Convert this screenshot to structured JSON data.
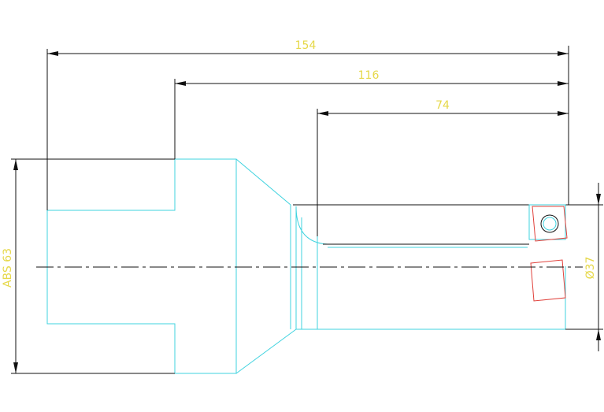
{
  "colors": {
    "background": "#ffffff",
    "geometry": "#3fd3df",
    "dimension_line": "#111111",
    "dimension_text": "#e6d84a",
    "insert": "#e0403a"
  },
  "dimensions": {
    "length_overall": "154",
    "length_mid": "116",
    "length_bore": "74",
    "abs_diameter": "ABS 63",
    "bore_diameter": "Ø37"
  },
  "icons": {
    "insert_top": "cutting-insert-icon",
    "insert_bottom": "cutting-insert-icon"
  }
}
